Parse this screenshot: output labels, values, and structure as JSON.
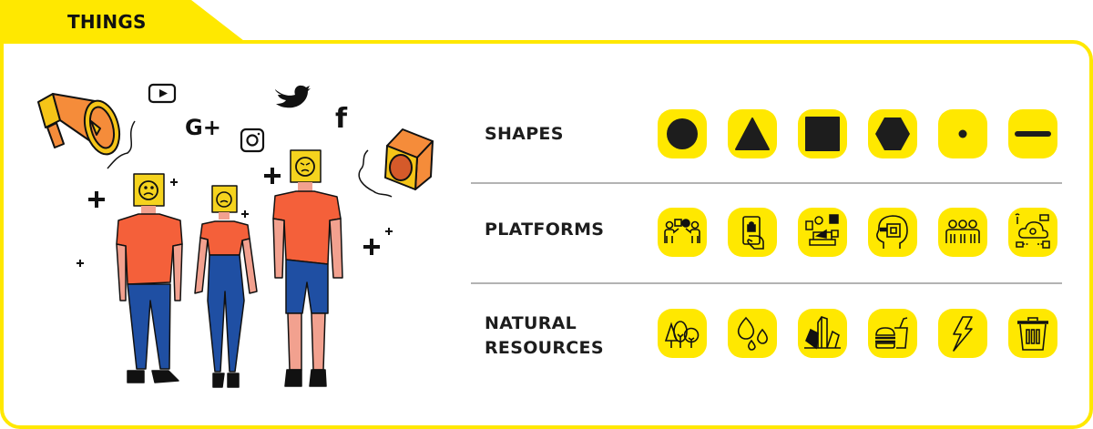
{
  "header": {
    "title": "THINGS"
  },
  "colors": {
    "accent_yellow": "#FFE800",
    "shirt_orange": "#F4603A",
    "pants_blue": "#1F4FA3",
    "skin": "#F2A18F",
    "text": "#1D1D1D",
    "divider": "#B3B3B3"
  },
  "illustration": {
    "description": "Three people with sad/angry box faces surrounded by social media icons",
    "icons": [
      "megaphone-icon",
      "youtube-icon",
      "google-plus-icon",
      "instagram-icon",
      "twitter-icon",
      "facebook-icon",
      "speaker-icon"
    ],
    "google_plus_text": "G+",
    "facebook_text": "f"
  },
  "rows": [
    {
      "label": "SHAPES",
      "tiles": [
        {
          "name": "circle",
          "icon": "circle-shape-icon"
        },
        {
          "name": "triangle",
          "icon": "triangle-shape-icon"
        },
        {
          "name": "square",
          "icon": "square-shape-icon"
        },
        {
          "name": "hexagon",
          "icon": "hexagon-shape-icon"
        },
        {
          "name": "dot",
          "icon": "dot-shape-icon"
        },
        {
          "name": "line",
          "icon": "line-shape-icon"
        }
      ]
    },
    {
      "label": "PLATFORMS",
      "tiles": [
        {
          "name": "commerce-exchange",
          "icon": "people-exchange-icon"
        },
        {
          "name": "mobile-shopping",
          "icon": "mobile-shopping-icon"
        },
        {
          "name": "social-media-marketing",
          "icon": "social-marketing-icon"
        },
        {
          "name": "artificial-intelligence",
          "icon": "ai-head-chip-icon"
        },
        {
          "name": "community",
          "icon": "group-people-icon"
        },
        {
          "name": "cloud-network",
          "icon": "cloud-network-icon"
        }
      ]
    },
    {
      "label_line1": "NATURAL",
      "label_line2": "RESOURCES",
      "tiles": [
        {
          "name": "forest",
          "icon": "trees-icon"
        },
        {
          "name": "water",
          "icon": "water-drops-icon"
        },
        {
          "name": "minerals",
          "icon": "crystals-icon"
        },
        {
          "name": "food",
          "icon": "burger-drink-icon"
        },
        {
          "name": "energy",
          "icon": "lightning-icon"
        },
        {
          "name": "waste",
          "icon": "trash-bin-icon"
        }
      ]
    }
  ]
}
